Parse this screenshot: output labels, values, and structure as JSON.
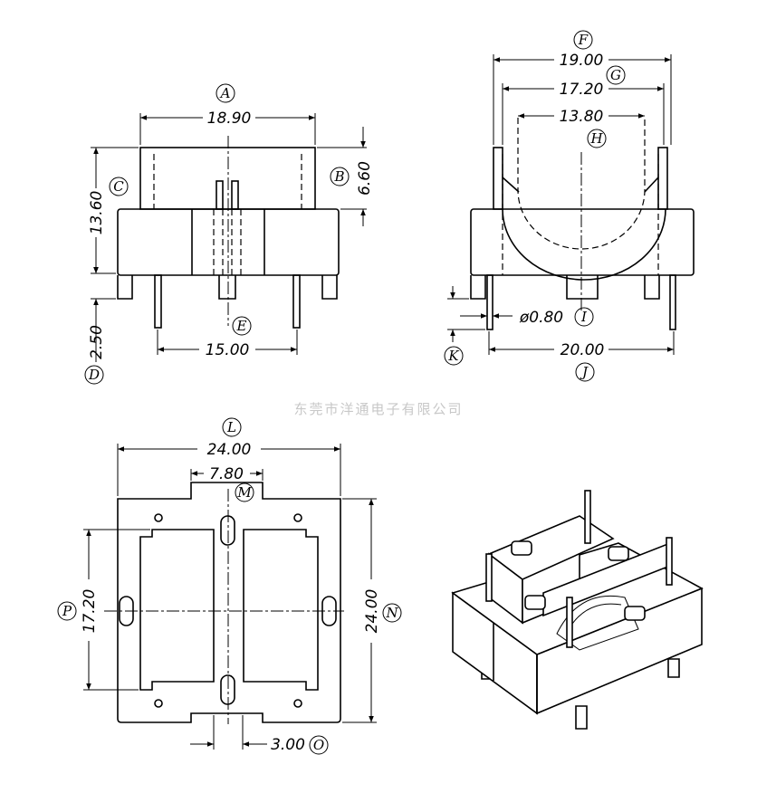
{
  "watermark": "东莞市洋通电子有限公司",
  "dimensions": {
    "A": "18.90",
    "B": "6.60",
    "C": "13.60",
    "D": "2.50",
    "E": "15.00",
    "F": "19.00",
    "G": "17.20",
    "H": "13.80",
    "I": "ø0.80",
    "J": "20.00",
    "K": "",
    "L": "24.00",
    "M": "7.80",
    "N": "24.00",
    "O": "3.00",
    "P": "17.20"
  },
  "labels": {
    "A": "A",
    "B": "B",
    "C": "C",
    "D": "D",
    "E": "E",
    "F": "F",
    "G": "G",
    "H": "H",
    "I": "I",
    "J": "J",
    "K": "K",
    "L": "L",
    "M": "M",
    "N": "N",
    "O": "O",
    "P": "P"
  }
}
